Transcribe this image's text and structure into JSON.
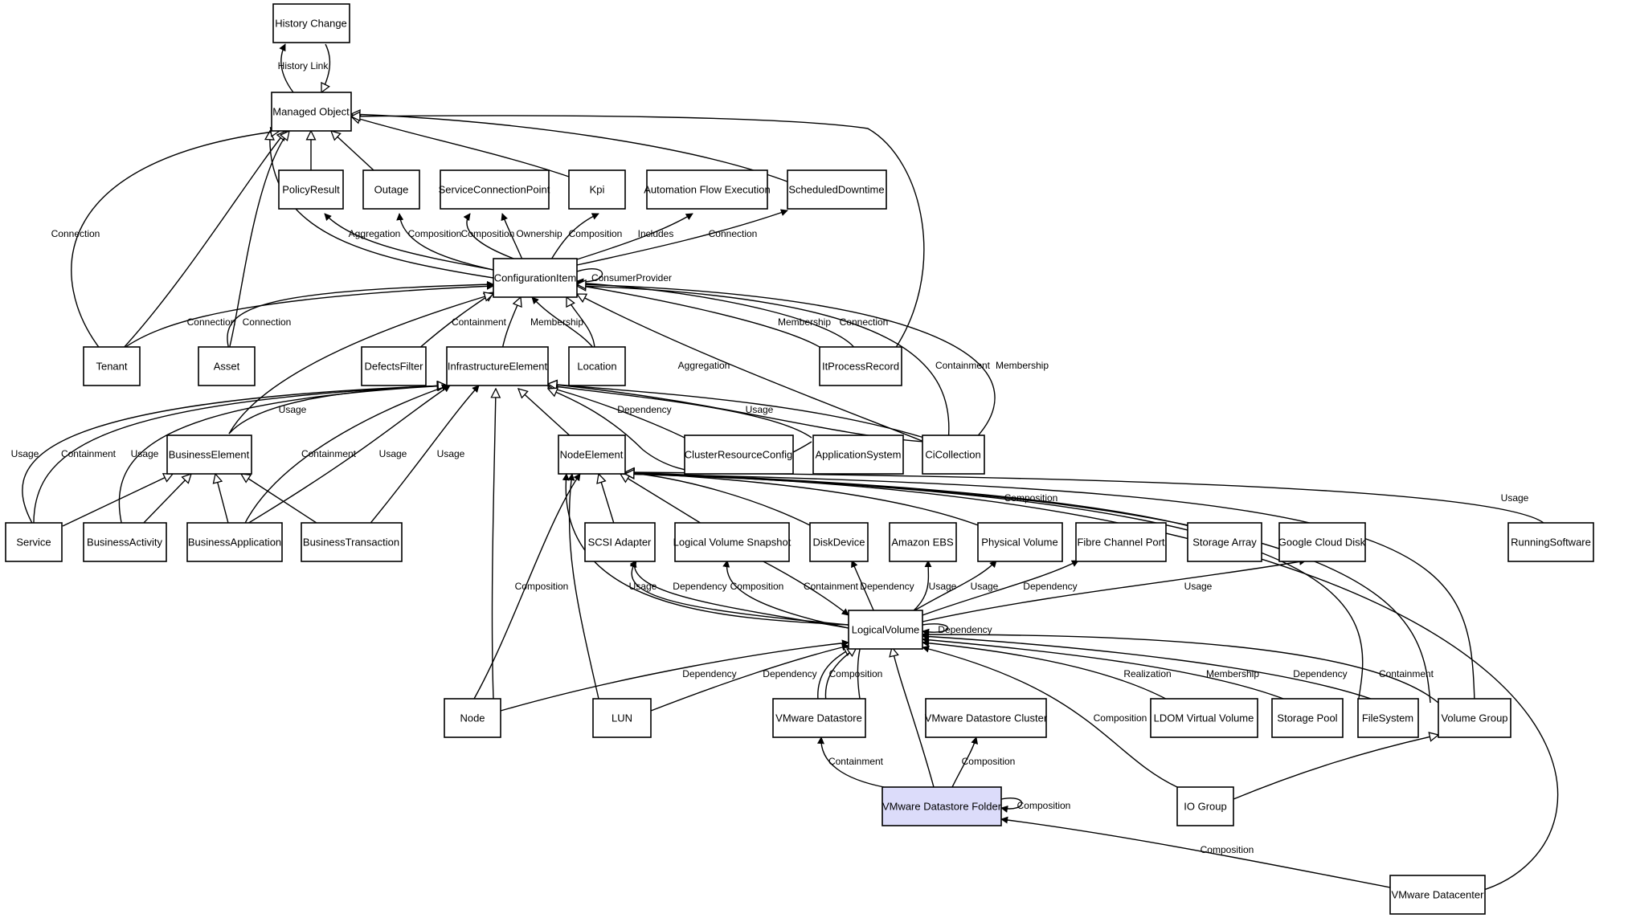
{
  "diagram": {
    "nodes": {
      "history_change": "History Change",
      "managed_object": "Managed Object",
      "policy_result": "PolicyResult",
      "outage": "Outage",
      "service_connection_point": "ServiceConnectionPoint",
      "kpi": "Kpi",
      "automation_flow_execution": "Automation Flow Execution",
      "scheduled_downtime": "ScheduledDowntime",
      "configuration_item": "ConfigurationItem",
      "tenant": "Tenant",
      "asset": "Asset",
      "defects_filter": "DefectsFilter",
      "infrastructure_element": "InfrastructureElement",
      "location": "Location",
      "it_process_record": "ItProcessRecord",
      "business_element": "BusinessElement",
      "node_element": "NodeElement",
      "cluster_resource_config": "ClusterResourceConfig",
      "application_system": "ApplicationSystem",
      "ci_collection": "CiCollection",
      "service": "Service",
      "business_activity": "BusinessActivity",
      "business_application": "BusinessApplication",
      "business_transaction": "BusinessTransaction",
      "scsi_adapter": "SCSI Adapter",
      "logical_volume_snapshot": "Logical Volume Snapshot",
      "disk_device": "DiskDevice",
      "amazon_ebs": "Amazon EBS",
      "physical_volume": "Physical Volume",
      "fibre_channel_port": "Fibre Channel Port",
      "storage_array": "Storage Array",
      "google_cloud_disk": "Google Cloud Disk",
      "running_software": "RunningSoftware",
      "logical_volume": "LogicalVolume",
      "node": "Node",
      "lun": "LUN",
      "vmware_datastore": "VMware Datastore",
      "vmware_datastore_cluster": "VMware Datastore Cluster",
      "ldom_virtual_volume": "LDOM Virtual Volume",
      "storage_pool": "Storage Pool",
      "file_system": "FileSystem",
      "volume_group": "Volume Group",
      "vmware_datastore_folder": "VMware Datastore Folder",
      "io_group": "IO Group",
      "vmware_datacenter": "VMware Datacenter"
    },
    "edge_labels": {
      "history_link": "History Link",
      "connection": "Connection",
      "aggregation": "Aggregation",
      "composition": "Composition",
      "ownership": "Ownership",
      "includes": "Includes",
      "consumer_provider": "ConsumerProvider",
      "containment": "Containment",
      "membership": "Membership",
      "usage": "Usage",
      "dependency": "Dependency",
      "realization": "Realization"
    }
  }
}
